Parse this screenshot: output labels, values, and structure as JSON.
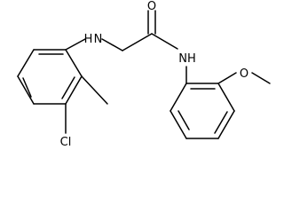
{
  "molecule": {
    "atoms": {
      "amine_nh": "H N",
      "carbonyl_o": "O",
      "amide_nh": "NH",
      "methoxy_o": "O",
      "chlorine": "Cl"
    }
  },
  "colors": {
    "background": "#ffffff",
    "bond": "#000000",
    "label": "#000000"
  }
}
